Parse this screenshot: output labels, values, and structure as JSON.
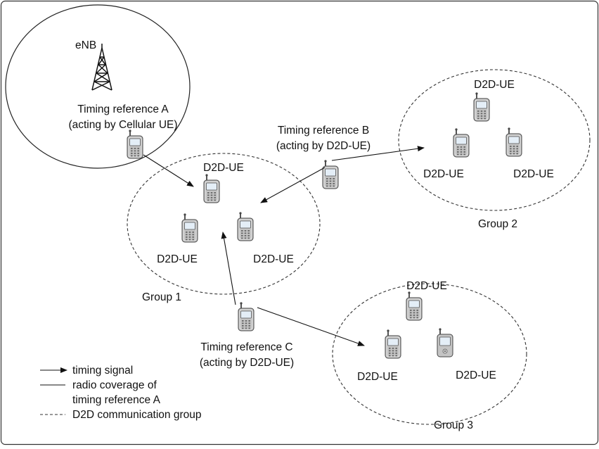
{
  "labels": {
    "enb": "eNB",
    "timing_ref_a_line1": "Timing reference A",
    "timing_ref_a_line2": "(acting by Cellular UE)",
    "timing_ref_b_line1": "Timing reference B",
    "timing_ref_b_line2": "(acting by D2D-UE)",
    "timing_ref_c_line1": "Timing reference C",
    "timing_ref_c_line2": "(acting by D2D-UE)",
    "d2d_ue": "D2D-UE",
    "group1": "Group 1",
    "group2": "Group 2",
    "group3": "Group 3"
  },
  "legend": {
    "timing_signal": "timing signal",
    "radio_coverage_line1": "radio coverage of",
    "radio_coverage_line2": "timing reference A",
    "d2d_group": "D2D communication group"
  },
  "icons": {
    "base_station": "cell-tower-icon",
    "handset": "mobile-phone-icon"
  },
  "colors": {
    "line": "#111111",
    "phone_body": "#c4c4c4",
    "phone_screen": "#e4eef7"
  }
}
